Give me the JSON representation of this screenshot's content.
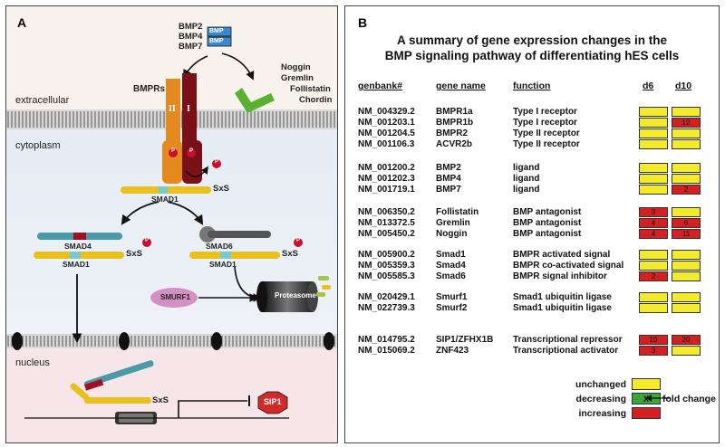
{
  "panel_a": {
    "letter": "A",
    "ligands": [
      "BMP2",
      "BMP4",
      "BMP7"
    ],
    "bmp_box": "BMP",
    "antagonists": [
      "Noggin",
      "Gremlin",
      "Follistatin",
      "Chordin"
    ],
    "receptor_label": "BMPRs",
    "receptor_ii": "II",
    "receptor_i": "I",
    "p_mark": "P",
    "regions": {
      "extracellular": "extracellular",
      "cytoplasm": "cytoplasm",
      "nucleus": "nucleus"
    },
    "smad1": "SMAD1",
    "smad4": "SMAD4",
    "smad6": "SMAD6",
    "sxs": "SxS",
    "smurf1": "SMURF1",
    "proteasome": "Proteasome",
    "sip1": "SIP1",
    "colors": {
      "yellow_bar": "#e8c020",
      "teal_bar": "#4a9aa8",
      "receptor_ii": "#e58a1e",
      "receptor_i": "#7a1018",
      "p_circle": "#c8102e",
      "smurf": "#d48fc4",
      "sip1": "#d42a2a",
      "antagonist": "#5ab030"
    }
  },
  "panel_b": {
    "letter": "B",
    "title_line1": "A summary of gene expression changes in the",
    "title_line2": "BMP signaling pathway of differentiating hES cells",
    "headers": {
      "genbank": "genbank#",
      "gene_name": "gene name",
      "function": "function",
      "d6": "d6",
      "d10": "d10"
    },
    "groups": [
      [
        {
          "genbank": "NM_004329.2",
          "gene": "BMPR1a",
          "function": "Type I receptor",
          "d6": {
            "state": "unchanged",
            "fold": ""
          },
          "d10": {
            "state": "unchanged",
            "fold": ""
          }
        },
        {
          "genbank": "NM_001203.1",
          "gene": "BMPR1b",
          "function": "Type I receptor",
          "d6": {
            "state": "unchanged",
            "fold": ""
          },
          "d10": {
            "state": "increasing",
            "fold": "12"
          }
        },
        {
          "genbank": "NM_001204.5",
          "gene": "BMPR2",
          "function": "Type II receptor",
          "d6": {
            "state": "unchanged",
            "fold": ""
          },
          "d10": {
            "state": "unchanged",
            "fold": ""
          }
        },
        {
          "genbank": "NM_001106.3",
          "gene": "ACVR2b",
          "function": "Type II receptor",
          "d6": {
            "state": "unchanged",
            "fold": ""
          },
          "d10": {
            "state": "unchanged",
            "fold": ""
          }
        }
      ],
      [
        {
          "genbank": "NM_001200.2",
          "gene": "BMP2",
          "function": "ligand",
          "d6": {
            "state": "unchanged",
            "fold": ""
          },
          "d10": {
            "state": "unchanged",
            "fold": ""
          }
        },
        {
          "genbank": "NM_001202.3",
          "gene": "BMP4",
          "function": "ligand",
          "d6": {
            "state": "unchanged",
            "fold": ""
          },
          "d10": {
            "state": "unchanged",
            "fold": ""
          }
        },
        {
          "genbank": "NM_001719.1",
          "gene": "BMP7",
          "function": "ligand",
          "d6": {
            "state": "unchanged",
            "fold": ""
          },
          "d10": {
            "state": "increasing",
            "fold": "2"
          }
        }
      ],
      [
        {
          "genbank": "NM_006350.2",
          "gene": "Follistatin",
          "function": "BMP antagonist",
          "d6": {
            "state": "increasing",
            "fold": "3"
          },
          "d10": {
            "state": "unchanged",
            "fold": ""
          }
        },
        {
          "genbank": "NM_013372.5",
          "gene": "Gremlin",
          "function": "BMP antagonist",
          "d6": {
            "state": "increasing",
            "fold": "4"
          },
          "d10": {
            "state": "increasing",
            "fold": "6"
          }
        },
        {
          "genbank": "NM_005450.2",
          "gene": "Noggin",
          "function": "BMP antagonist",
          "d6": {
            "state": "increasing",
            "fold": "4"
          },
          "d10": {
            "state": "increasing",
            "fold": "11"
          }
        }
      ],
      [
        {
          "genbank": "NM_005900.2",
          "gene": "Smad1",
          "function": "BMPR activated signal",
          "d6": {
            "state": "unchanged",
            "fold": ""
          },
          "d10": {
            "state": "unchanged",
            "fold": ""
          }
        },
        {
          "genbank": "NM_005359.3",
          "gene": "Smad4",
          "function": "BMPR co-activated signal",
          "d6": {
            "state": "unchanged",
            "fold": ""
          },
          "d10": {
            "state": "unchanged",
            "fold": ""
          }
        },
        {
          "genbank": "NM_005585.3",
          "gene": "Smad6",
          "function": "BMPR signal inhibitor",
          "d6": {
            "state": "increasing",
            "fold": "2"
          },
          "d10": {
            "state": "unchanged",
            "fold": ""
          }
        }
      ],
      [
        {
          "genbank": "NM_020429.1",
          "gene": "Smurf1",
          "function": "Smad1 ubiquitin ligase",
          "d6": {
            "state": "unchanged",
            "fold": ""
          },
          "d10": {
            "state": "unchanged",
            "fold": ""
          }
        },
        {
          "genbank": "NM_022739.3",
          "gene": "Smurf2",
          "function": "Smad1 ubiquitin ligase",
          "d6": {
            "state": "unchanged",
            "fold": ""
          },
          "d10": {
            "state": "unchanged",
            "fold": ""
          }
        }
      ],
      [
        {
          "genbank": "NM_014795.2",
          "gene": "SIP1/ZFHX1B",
          "function": "Transcriptional repressor",
          "d6": {
            "state": "increasing",
            "fold": "10"
          },
          "d10": {
            "state": "increasing",
            "fold": "20"
          }
        },
        {
          "genbank": "NM_015069.2",
          "gene": "ZNF423",
          "function": "Transcriptional activator",
          "d6": {
            "state": "increasing",
            "fold": "3"
          },
          "d10": {
            "state": "unchanged",
            "fold": ""
          }
        }
      ]
    ],
    "legend": {
      "unchanged": "unchanged",
      "decreasing": "decreasing",
      "increasing": "increasing",
      "x_mark": "X",
      "fold_change": "fold change"
    },
    "colors": {
      "unchanged": "#f2ea2a",
      "decreasing": "#3aa63a",
      "increasing": "#d42020"
    }
  }
}
